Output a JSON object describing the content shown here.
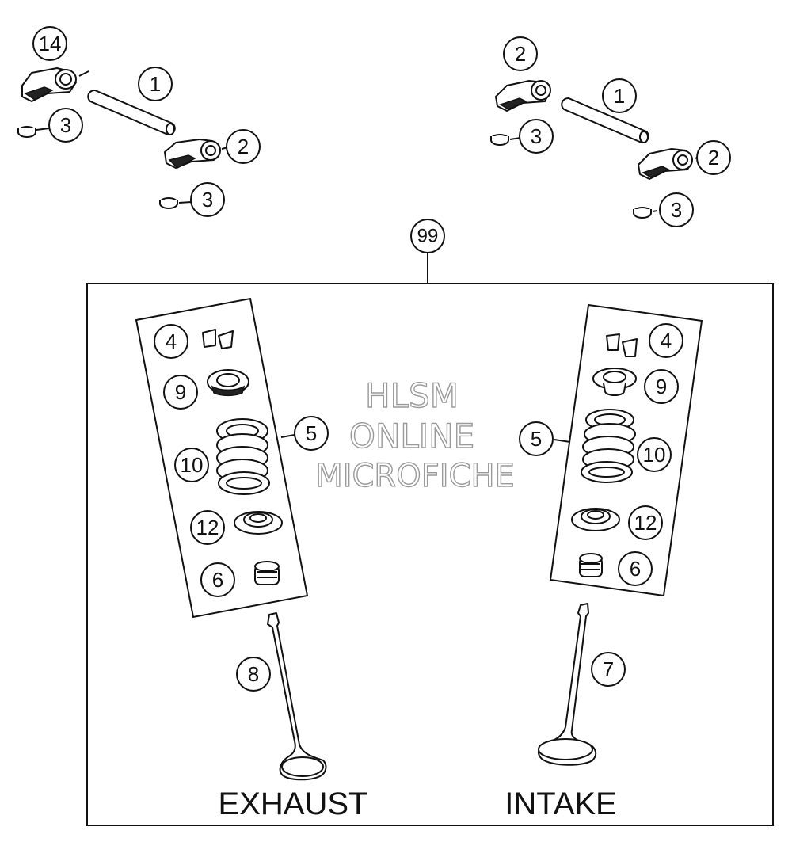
{
  "watermark": [
    "HLSM",
    "ONLINE",
    "MICROFICHE"
  ],
  "group_labels": {
    "exhaust": "EXHAUST",
    "intake": "INTAKE"
  },
  "callouts": {
    "c14": "14",
    "c1a": "1",
    "c3a": "3",
    "c2a": "2",
    "c3b": "3",
    "c2b": "2",
    "c1b": "1",
    "c3c": "3",
    "c2c": "2",
    "c3d": "3",
    "c99": "99",
    "c4l": "4",
    "c9l": "9",
    "c5l": "5",
    "c10l": "10",
    "c12l": "12",
    "c6l": "6",
    "c8": "8",
    "c4r": "4",
    "c9r": "9",
    "c5r": "5",
    "c10r": "10",
    "c12r": "12",
    "c6r": "6",
    "c7": "7"
  }
}
